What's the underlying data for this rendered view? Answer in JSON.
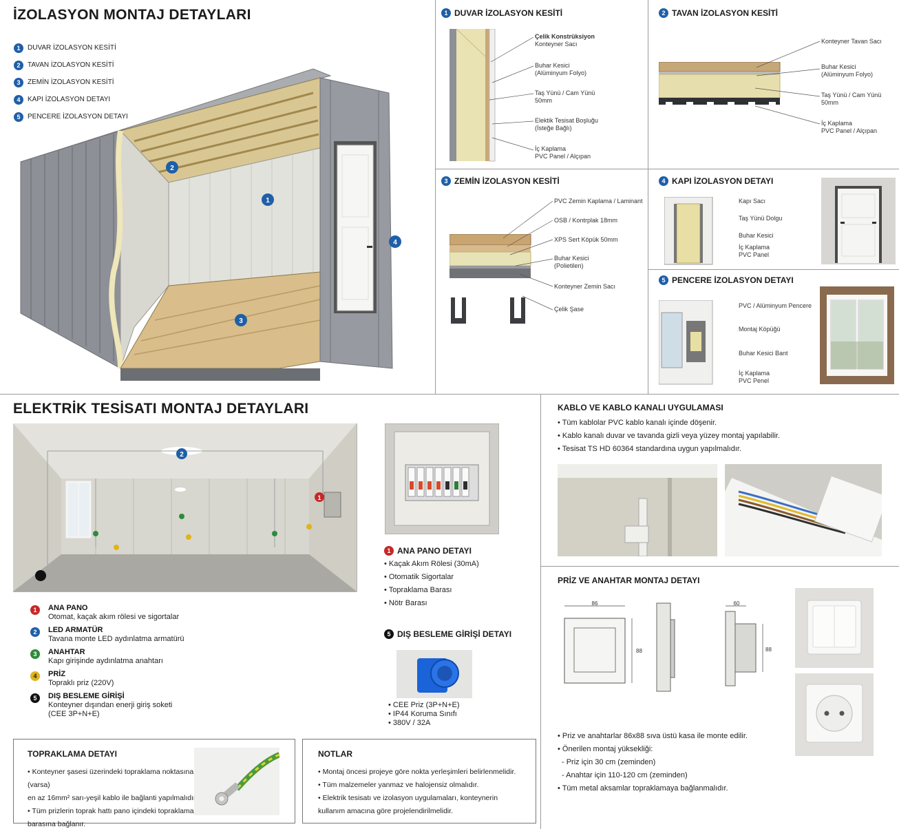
{
  "insulation": {
    "title": "İZOLASYON MONTAJ DETAYLARI",
    "legend": [
      {
        "num": "1",
        "label": "DUVAR İZOLASYON KESİTİ"
      },
      {
        "num": "2",
        "label": "TAVAN İZOLASYON KESİTİ"
      },
      {
        "num": "3",
        "label": "ZEMİN İZOLASYON KESİTİ"
      },
      {
        "num": "4",
        "label": "KAPI İZOLASYON DETAYI"
      },
      {
        "num": "5",
        "label": "PENCERE İZOLASYON DETAYI"
      }
    ],
    "wall": {
      "num": "1",
      "title": "DUVAR İZOLASYON KESİTİ",
      "labels": [
        {
          "l1": "Çelik Konstrüksiyon",
          "l2": "Konteyner Sacı"
        },
        {
          "l1": "Buhar Kesici",
          "l2": "(Alüminyum Folyo)"
        },
        {
          "l1": "Taş Yünü / Cam Yünü",
          "l2": "50mm"
        },
        {
          "l1": "Elektik Tesisat Boşluğu",
          "l2": "(İsteğe Bağlı)"
        },
        {
          "l1": "İç Kaplama",
          "l2": "PVC Panel / Alçıpan"
        }
      ]
    },
    "ceiling": {
      "num": "2",
      "title": "TAVAN İZOLASYON KESİTİ",
      "labels": [
        {
          "l1": "Konteyner Tavan Sacı",
          "l2": ""
        },
        {
          "l1": "Buhar Kesici",
          "l2": "(Alüminyum Folyo)"
        },
        {
          "l1": "Taş Yünü / Cam Yünü",
          "l2": "50mm"
        },
        {
          "l1": "İç Kaplama",
          "l2": "PVC Panel / Alçıpan"
        }
      ]
    },
    "floor": {
      "num": "3",
      "title": "ZEMİN İZOLASYON KESİTİ",
      "labels": [
        {
          "l1": "PVC Zemin Kaplama / Laminant",
          "l2": ""
        },
        {
          "l1": "OSB / Kontrplak 18mm",
          "l2": ""
        },
        {
          "l1": "XPS Sert Köpük 50mm",
          "l2": ""
        },
        {
          "l1": "Buhar Kesici",
          "l2": "(Polietilen)"
        },
        {
          "l1": "Konteyner Zemin Sacı",
          "l2": ""
        },
        {
          "l1": "Çelik Şase",
          "l2": ""
        }
      ]
    },
    "door": {
      "num": "4",
      "title": "KAPI İZOLASYON DETAYI",
      "labels": [
        {
          "l1": "Kapı Sacı",
          "l2": ""
        },
        {
          "l1": "Taş Yünü Dolgu",
          "l2": ""
        },
        {
          "l1": "Buhar Kesici",
          "l2": ""
        },
        {
          "l1": "İç Kaplama",
          "l2": "PVC Panel"
        }
      ]
    },
    "window": {
      "num": "5",
      "title": "PENCERE İZOLASYON DETAYI",
      "labels": [
        {
          "l1": "PVC / Alüminyum Pencere",
          "l2": ""
        },
        {
          "l1": "Montaj Köpüğü",
          "l2": ""
        },
        {
          "l1": "Buhar Kesici Bant",
          "l2": ""
        },
        {
          "l1": "İç Kaplama",
          "l2": "PVC Penel"
        }
      ]
    }
  },
  "electrical": {
    "title": "ELEKTRİK TESİSATI MONTAJ DETAYLARI",
    "legend": [
      {
        "num": "1",
        "title": "ANA PANO",
        "desc": "Otomat, kaçak akım rölesi ve sigortalar",
        "desc2": ""
      },
      {
        "num": "2",
        "title": "LED ARMATÜR",
        "desc": "Tavana monte LED aydınlatma armatürü",
        "desc2": ""
      },
      {
        "num": "3",
        "title": "ANAHTAR",
        "desc": "Kapı girişinde aydınlatma anahtarı",
        "desc2": ""
      },
      {
        "num": "4",
        "title": "PRİZ",
        "desc": "Topraklı priz (220V)",
        "desc2": ""
      },
      {
        "num": "5",
        "title": "DIŞ BESLEME GİRİŞİ",
        "desc": "Konteyner dışından enerji giriş soketi",
        "desc2": "(CEE 3P+N+E)"
      }
    ],
    "panel": {
      "num": "1",
      "title": "ANA PANO DETAYI",
      "items": [
        "• Kaçak Akım Rölesi (30mA)",
        "• Otomatik Sigortalar",
        "• Topraklama Barası",
        "• Nötr Barası"
      ]
    },
    "supply": {
      "num": "5",
      "title": "DIŞ BESLEME GİRİŞİ DETAYI",
      "items": [
        "• CEE Priz (3P+N+E)",
        "• IP44 Koruma Sınıfı",
        "• 380V / 32A"
      ]
    },
    "cable": {
      "title": "KABLO VE KABLO KANALI UYGULAMASI",
      "items": [
        "• Tüm kablolar PVC kablo kanalı içinde döşenir.",
        "• Kablo kanalı duvar ve tavanda gizli veya yüzey montaj yapılabilir.",
        "• Tesisat TS HD 60364 standardına uygun yapılmalıdır."
      ]
    },
    "socket": {
      "title": "PRİZ VE ANAHTAR MONTAJ DETAYI",
      "dims": {
        "w": "86",
        "h": "88",
        "d": "60",
        "h2": "88"
      },
      "items": [
        "• Priz ve anahtarlar 86x88 sıva üstü kasa ile monte edilir.",
        "• Önerilen montaj yüksekliği:",
        "  - Priz için 30 cm (zeminden)",
        "  - Anahtar için 110-120 cm (zeminden)",
        "• Tüm metal aksamlar topraklamaya bağlanmalıdır."
      ]
    },
    "grounding": {
      "title": "TOPRAKLAMA DETAYI",
      "items": [
        "• Konteyner şasesi üzerindeki topraklama noktasına (varsa)",
        "  en az 16mm² sarı-yeşil kablo ile bağlanti yapılmalıdır.",
        "• Tüm prizlerin toprak hattı pano içindeki topraklama",
        "  barasına bağlanır."
      ]
    },
    "notes": {
      "title": "NOTLAR",
      "items": [
        "• Montaj öncesi projeye göre nokta yerleşimleri belirlenmelidir.",
        "• Tüm malzemeler yanmaz ve halojensiz olmalıdır.",
        "• Elektrik tesisatı ve izolasyon uygulamaları, konteynerin",
        "  kullanım amacına göre projelendirilmelidir."
      ]
    }
  },
  "colors": {
    "badge_blue": "#1f5fa8",
    "badge_red": "#c62828",
    "badge_green": "#2e8b3a",
    "badge_yellow": "#e0b31a",
    "insulation_yellow": "#e8dfa4",
    "container_grey": "#8a8d92"
  }
}
